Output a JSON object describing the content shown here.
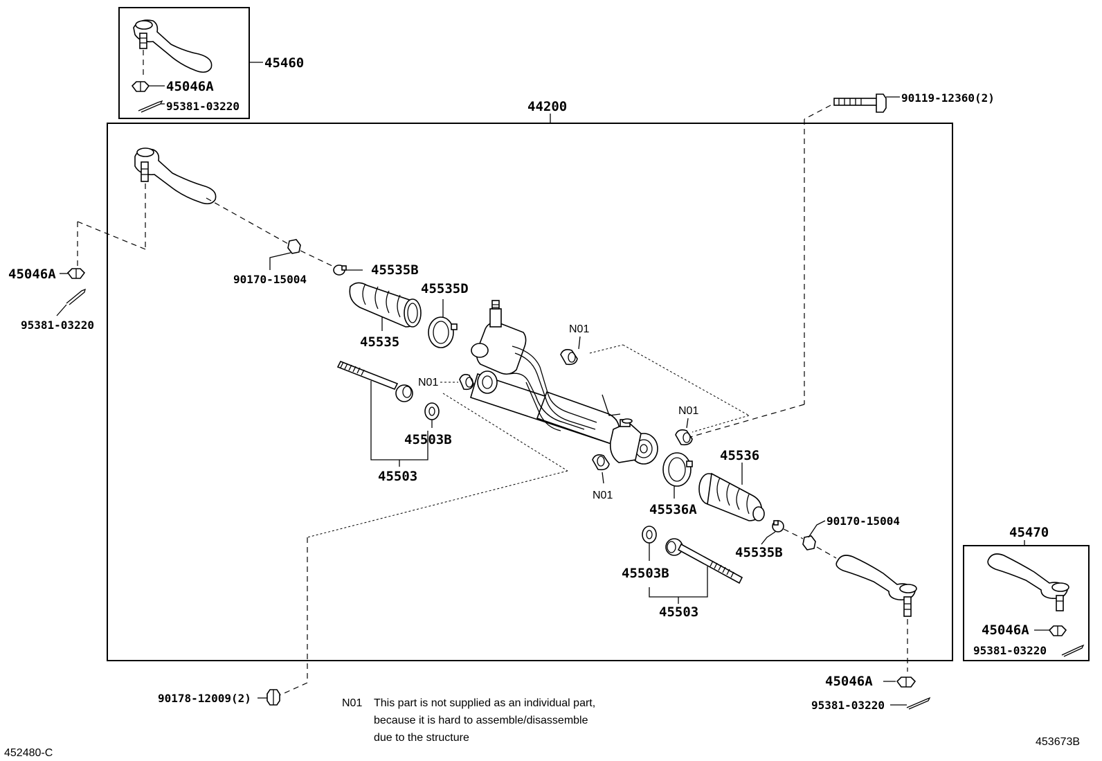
{
  "parts": {
    "p45460": "45460",
    "p45046A_box1": "45046A",
    "p95381_box1": "95381-03220",
    "p44200": "44200",
    "p90119": "90119-12360(2)",
    "p45046A_left": "45046A",
    "p95381_left": "95381-03220",
    "p90170_left": "90170-15004",
    "p45535B_top": "45535B",
    "p45535": "45535",
    "p45535D": "45535D",
    "pN01_a": "N01",
    "pN01_b": "N01",
    "pN01_c": "N01",
    "pN01_d": "N01",
    "p45503B_top": "45503B",
    "p45503_top": "45503",
    "p45536": "45536",
    "p45536A": "45536A",
    "p90170_right": "90170-15004",
    "p45535B_bottom": "45535B",
    "p45503B_bottom": "45503B",
    "p45503_bottom": "45503",
    "p45470": "45470",
    "p45046A_box2": "45046A",
    "p95381_box2": "95381-03220",
    "p45046A_right": "45046A",
    "p95381_right": "95381-03220",
    "p90178": "90178-12009(2)"
  },
  "note": {
    "code": "N01",
    "line1": "This part is not supplied as an individual part,",
    "line2": "because it is hard to assemble/disassemble",
    "line3": "due to the structure"
  },
  "refs": {
    "bottom_left": "452480-C",
    "bottom_right": "453673B"
  }
}
